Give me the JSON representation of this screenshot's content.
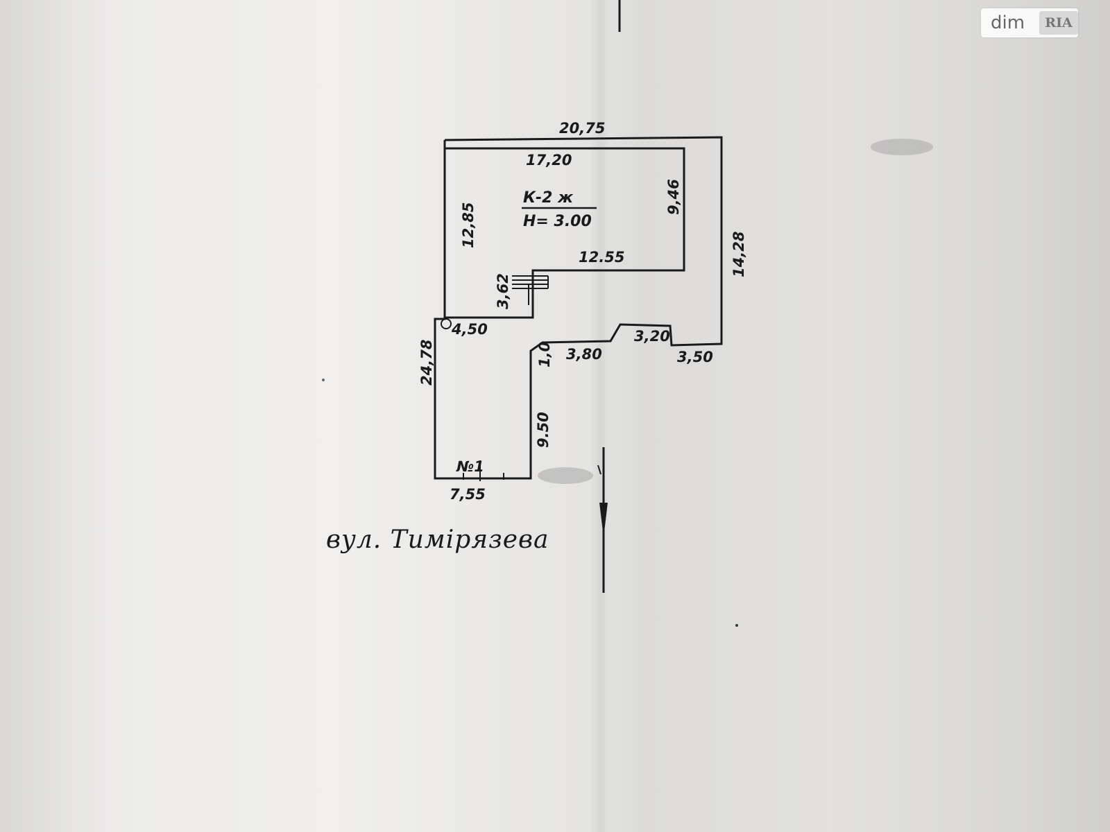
{
  "plan": {
    "room_label": "К-2 ж",
    "height_label": "Н= 3.00",
    "dimensions": {
      "outer_top": "20,75",
      "inner_top": "17,20",
      "inner_right": "9,46",
      "inner_left": "12,85",
      "outer_right": "14,28",
      "inner_bottom": "12.55",
      "stair_height": "3,62",
      "left_ledge": "4,50",
      "outer_left": "24,78",
      "step_short": "1,0",
      "step_mid": "3,80",
      "notch": "3,20",
      "right_base": "3,50",
      "wing_right": "9.50",
      "bottom": "7,55",
      "entry_mark": "№1"
    },
    "street": "вул. Тимірязева"
  },
  "watermark": {
    "text": "dim",
    "badge": "RIA"
  },
  "colors": {
    "line": "#1a1a1a",
    "paper": "#e9e8e6"
  }
}
